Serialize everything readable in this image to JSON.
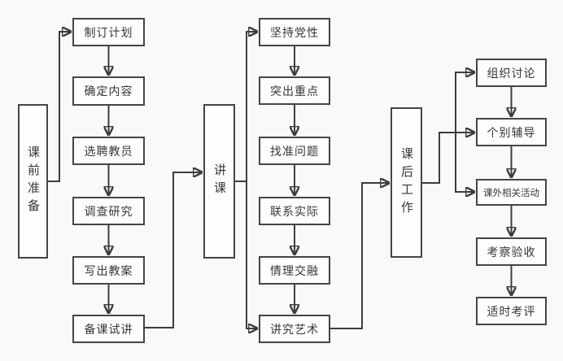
{
  "diagram": {
    "title_implied": "",
    "stages": {
      "pre": {
        "label": "课前准备"
      },
      "lecture": {
        "label": "讲课"
      },
      "post": {
        "label": "课后工作"
      }
    },
    "pre_steps": [
      "制订计划",
      "确定内容",
      "选聘教员",
      "调查研究",
      "写出教案",
      "备课试讲"
    ],
    "lecture_steps": [
      "坚持党性",
      "突出重点",
      "找准问题",
      "联系实际",
      "情理交融",
      "讲究艺术"
    ],
    "post_steps": [
      "组织讨论",
      "个别辅导",
      "课外相关活动",
      "考察验收",
      "适时考评"
    ],
    "colors": {
      "line": "#3d3d3d",
      "box_border": "#454545",
      "box_fill": "#fdfdfd",
      "background": "#f9f9f9",
      "text": "#363636"
    }
  }
}
